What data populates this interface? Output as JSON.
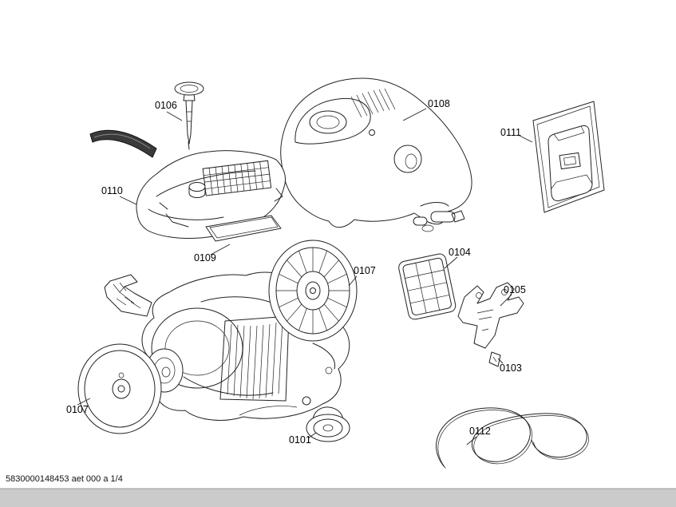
{
  "document": {
    "footer_code": "5830000148453 aet 000 a 1/4"
  },
  "palette": {
    "background": "#ffffff",
    "line": "#222222",
    "label_text": "#000000",
    "bottom_bar": "#cbcbcb"
  },
  "diagram": {
    "labels": [
      {
        "text": "0106",
        "part": "spike-pin"
      },
      {
        "text": "0108",
        "part": "upper-housing"
      },
      {
        "text": "0111",
        "part": "dust-bag"
      },
      {
        "text": "0110",
        "part": "top-cover"
      },
      {
        "text": "0109",
        "part": "filter-pad"
      },
      {
        "text": "0107",
        "part": "fan-wheel"
      },
      {
        "text": "0104",
        "part": "filter-cassette"
      },
      {
        "text": "0105",
        "part": "bracket"
      },
      {
        "text": "0103",
        "part": "clip"
      },
      {
        "text": "0107",
        "part": "rear-wheel"
      },
      {
        "text": "0101",
        "part": "caster-wheel"
      },
      {
        "text": "0112",
        "part": "power-cord"
      }
    ]
  }
}
